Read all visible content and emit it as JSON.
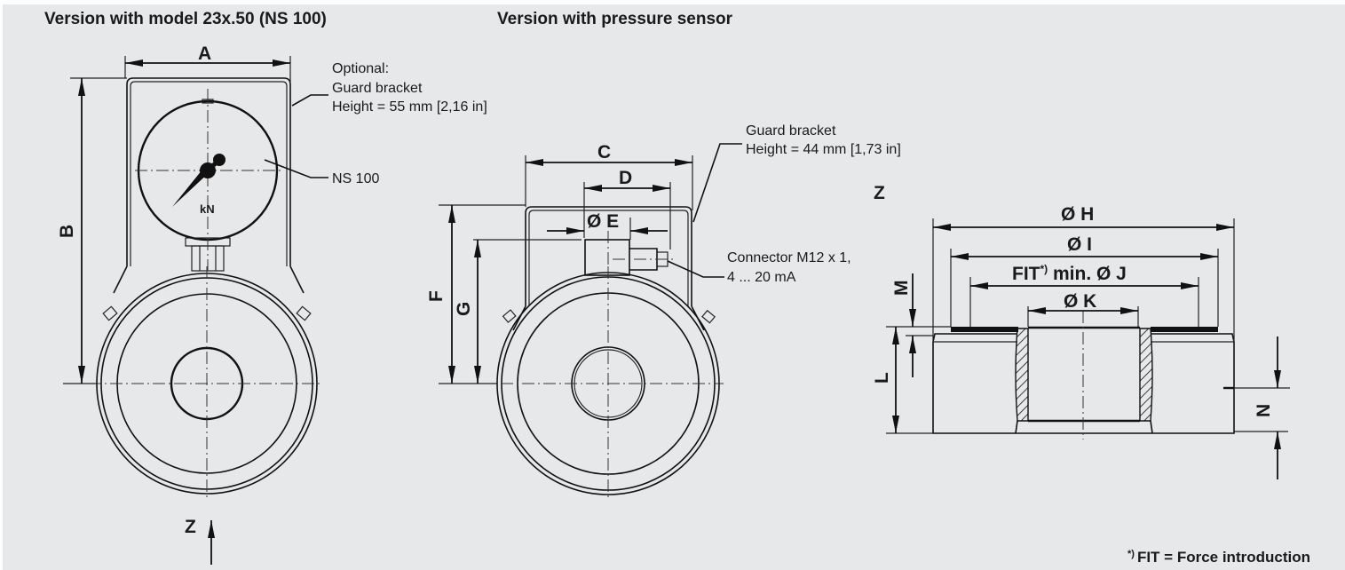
{
  "colors": {
    "background": "#e7e8ea",
    "ink": "#111111"
  },
  "views": {
    "left": {
      "title": "Version with model 23x.50 (NS 100)",
      "gauge_unit": "kN",
      "dims": {
        "A": "A",
        "B": "B"
      },
      "callouts": {
        "guard_bracket": [
          "Optional:",
          "Guard bracket",
          "Height = 55 mm [2,16 in]"
        ],
        "gauge": "NS 100"
      },
      "view_marker": "Z"
    },
    "middle": {
      "title": "Version with pressure sensor",
      "dims": {
        "C": "C",
        "D": "D",
        "E": "Ø E",
        "F": "F",
        "G": "G"
      },
      "callouts": {
        "guard_bracket": [
          "Guard bracket",
          "Height = 44 mm [1,73 in]"
        ],
        "connector": [
          "Connector M12 x 1,",
          "4 ... 20 mA"
        ]
      }
    },
    "right": {
      "view_label": "Z",
      "dims": {
        "H": "Ø H",
        "I": "Ø I",
        "J_prefix": "FIT",
        "J_sup": "*)",
        "J_rest": " min. Ø J",
        "K": "Ø K",
        "L": "L",
        "M": "M",
        "N": "N"
      }
    }
  },
  "footnote": {
    "sup": "*)",
    "text": "FIT = Force introduction"
  }
}
